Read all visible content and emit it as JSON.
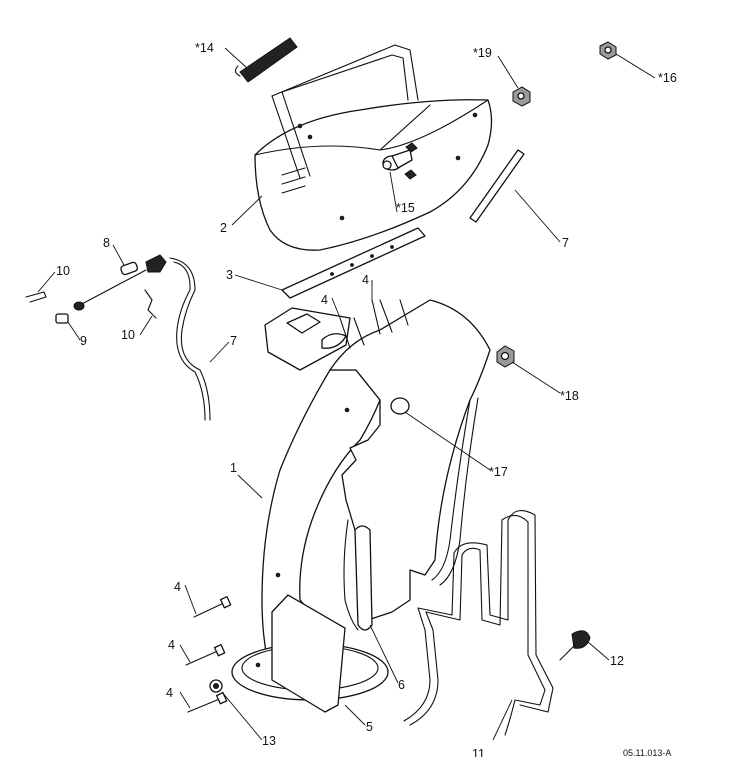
{
  "callouts": {
    "c1": "1",
    "c2": "2",
    "c3": "3",
    "c4a": "4",
    "c4b": "4",
    "c4c": "4",
    "c4d": "4",
    "c4e": "4",
    "c5": "5",
    "c6": "6",
    "c7a": "7",
    "c7b": "7",
    "c8": "8",
    "c9": "9",
    "c10a": "10",
    "c10b": "10",
    "c11": "11",
    "c12": "12",
    "c13": "13",
    "c14": "*14",
    "c15": "*15",
    "c16": "*16",
    "c17": "*17",
    "c18": "*18",
    "c19": "*19"
  },
  "drawing_id": "05.11.013-A"
}
